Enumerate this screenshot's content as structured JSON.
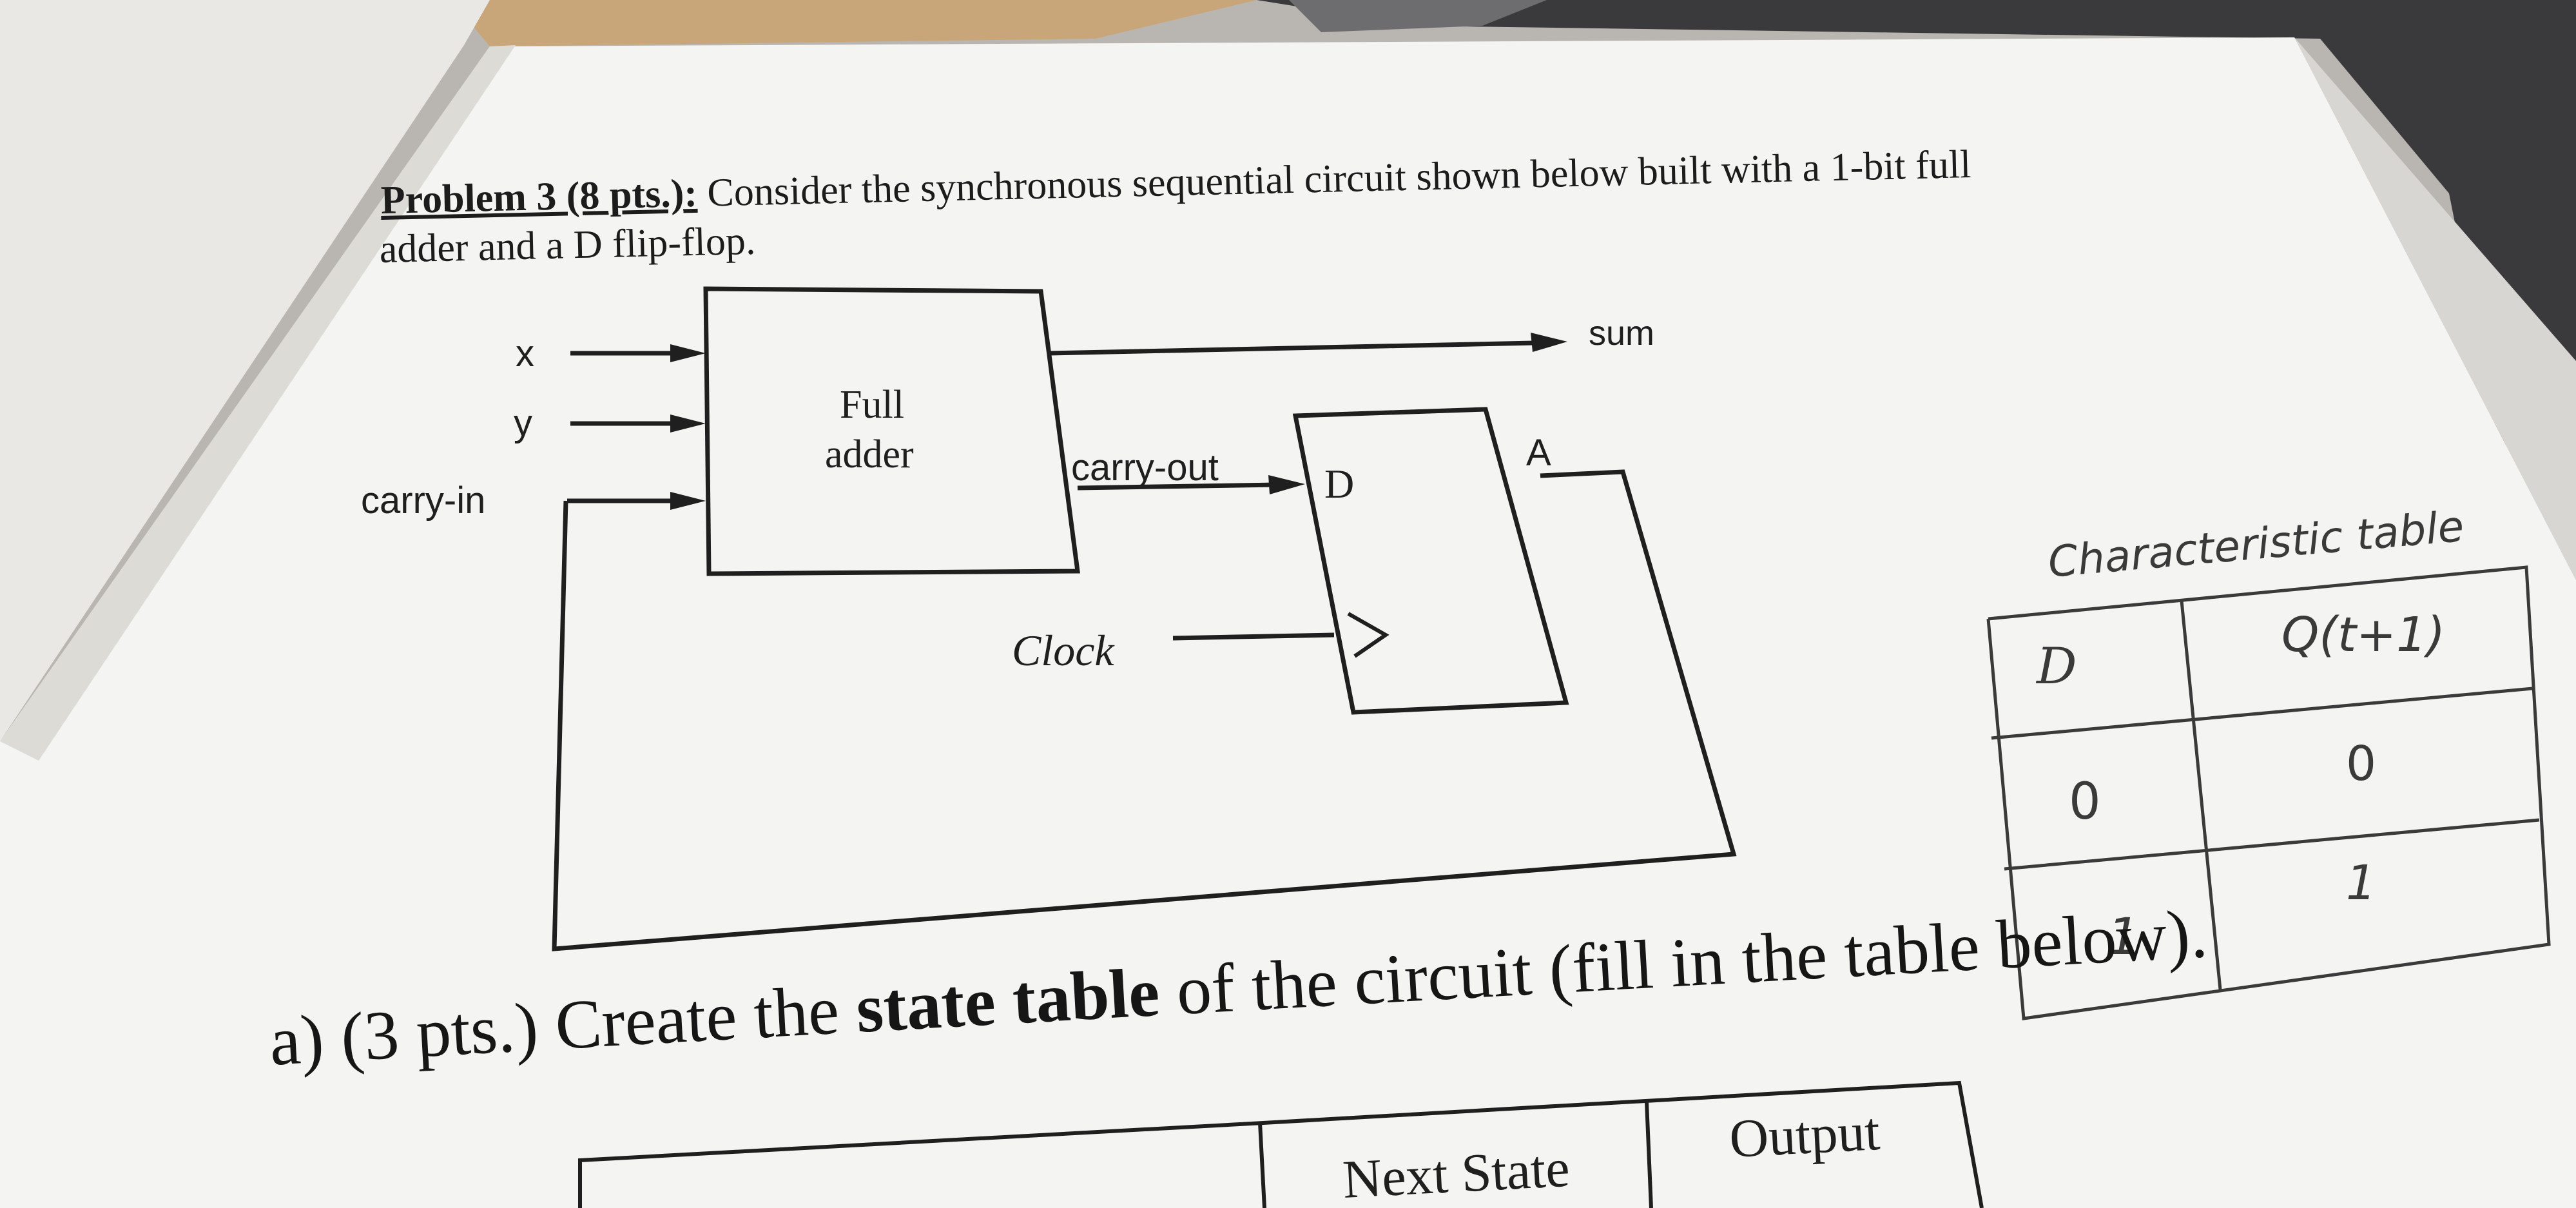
{
  "problem": {
    "label": "Problem 3 (8 pts.):",
    "text_line1": " Consider the synchronous sequential circuit shown below built with a 1-bit full",
    "text_line2": "adder and a D flip-flop."
  },
  "circuit": {
    "inputs": [
      "x",
      "y",
      "carry-in"
    ],
    "adder_line1": "Full",
    "adder_line2": "adder",
    "carry_out": "carry-out",
    "sum": "sum",
    "ff_d": "D",
    "ff_q": "A",
    "clock": "Clock"
  },
  "part_a": {
    "prefix": "a) (3 pts.) Create the ",
    "bold": "state table",
    "suffix": " of the circuit (fill in the table below)."
  },
  "state_table_headers": [
    "Next State",
    "Output"
  ],
  "handwritten_note": {
    "title": "Characteristic table",
    "headers": [
      "D",
      "Q(t+1)"
    ],
    "rows": [
      [
        "0",
        "0"
      ],
      [
        "1",
        "1"
      ]
    ]
  }
}
